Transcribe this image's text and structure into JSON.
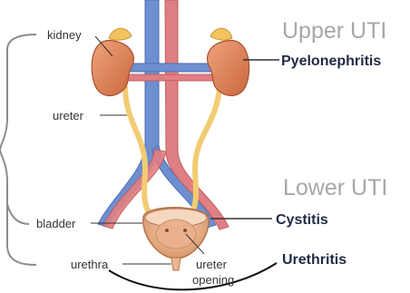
{
  "labels": {
    "kidney": "kidney",
    "ureter": "ureter",
    "bladder": "bladder",
    "urethra": "urethra",
    "ureter_opening_line1": "ureter",
    "ureter_opening_line2": "opening"
  },
  "headings": {
    "upper": "Upper UTI",
    "lower": "Lower UTI"
  },
  "conditions": {
    "pyelonephritis": "Pyelonephritis",
    "cystitis": "Cystitis",
    "urethritis": "Urethritis"
  },
  "colors": {
    "kidney": "#e0865e",
    "ureter": "#f2cc72",
    "vein": "#6e8fd0",
    "artery": "#e07f83",
    "bladder": "#e9b694",
    "heading_text": "#a7a7a7",
    "condition_text": "#1f2a44"
  }
}
